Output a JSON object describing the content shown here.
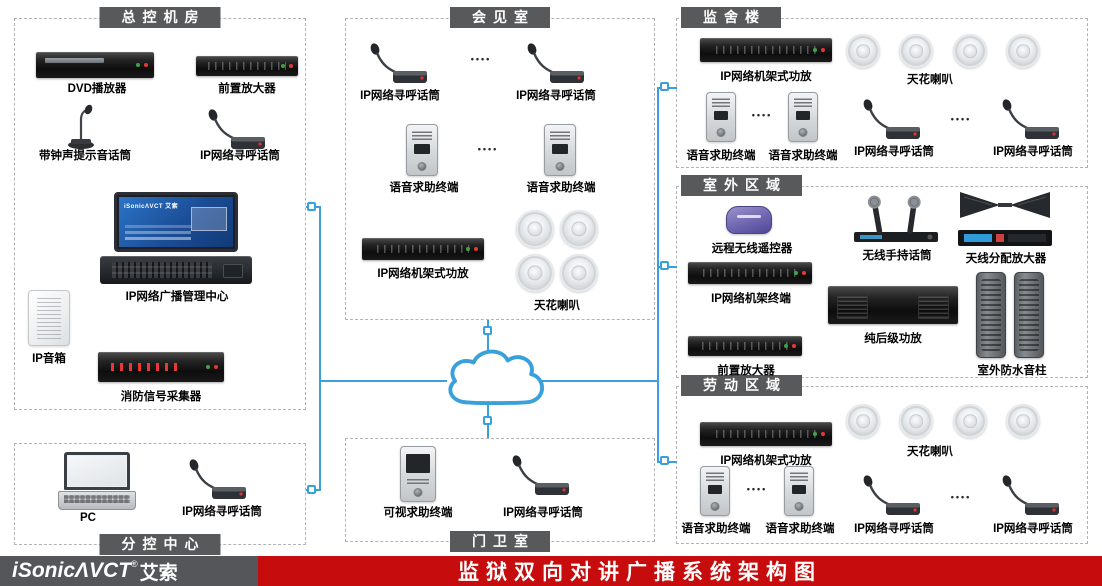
{
  "sections": {
    "master": "总控机房",
    "meeting": "会见室",
    "dorm": "监舍楼",
    "outdoor": "室外区域",
    "labor": "劳动区域",
    "subcontrol": "分控中心",
    "guard": "门卫室"
  },
  "devices": {
    "dvd_player": "DVD播放器",
    "preamp": "前置放大器",
    "chime_mic": "带钟声提示音话筒",
    "paging_mic": "IP网络寻呼话筒",
    "broadcast_center": "IP网络广播管理中心",
    "ip_speaker": "IP音箱",
    "fire_collector": "消防信号采集器",
    "pc": "PC",
    "voice_terminal": "语音求助终端",
    "visual_terminal": "可视求助终端",
    "rack_amp": "IP网络机架式功放",
    "ceiling_speaker": "天花喇叭",
    "wireless_remote": "远程无线遥控器",
    "handheld_mic": "无线手持话筒",
    "antenna_amp": "天线分配放大器",
    "rack_terminal": "IP网络机架终端",
    "power_amp": "纯后级功放",
    "outdoor_column": "室外防水音柱"
  },
  "console_screen_text": "iSonicΛVCT 艾索",
  "separator_dots": "••••",
  "footer": {
    "logo_latin": "iSonicΛVCT",
    "logo_reg": "®",
    "logo_cn": "艾索",
    "title": "监狱双向对讲广播系统架构图"
  },
  "colors": {
    "accent_red": "#c60c0c",
    "chip_gray": "#58595b",
    "line_blue": "#3aa0dc"
  }
}
